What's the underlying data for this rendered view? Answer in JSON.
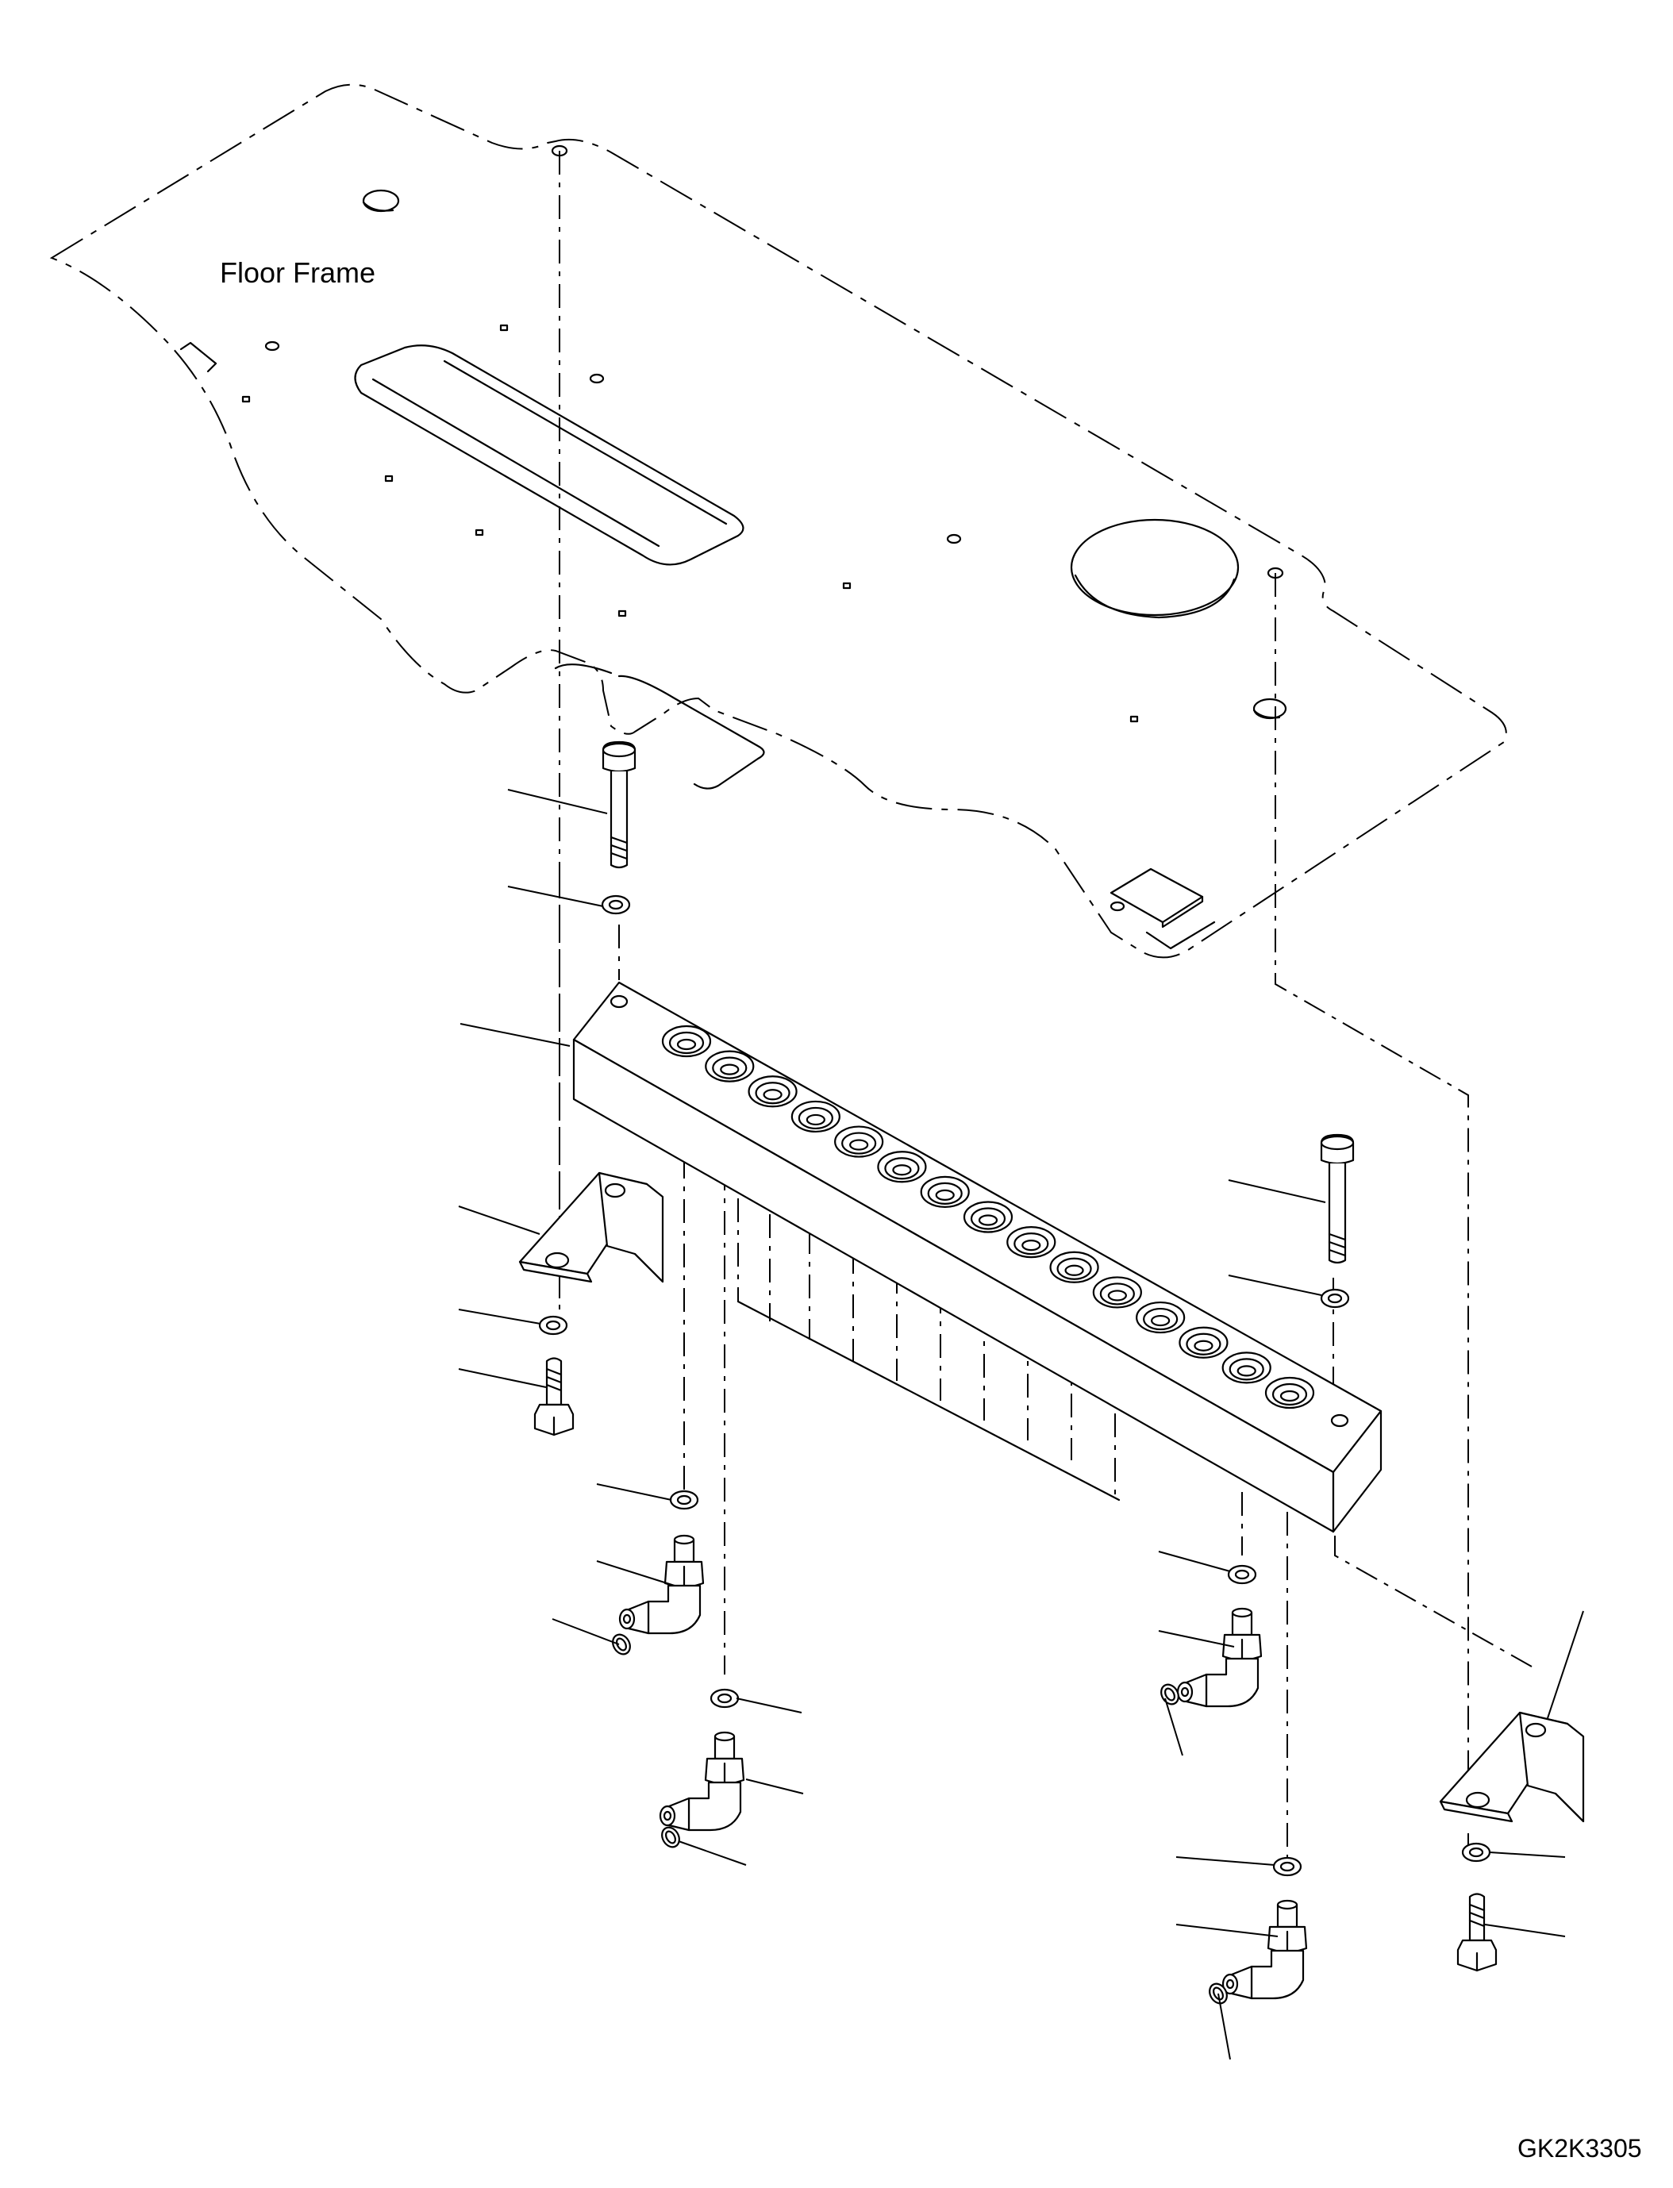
{
  "labels": {
    "floor_frame": "Floor Frame",
    "drawing_code": "GK2K3305"
  },
  "parts": {
    "upper_bolt": "bolt",
    "upper_washer": "washer",
    "manifold_block": "distribution-block",
    "left_bracket": "bracket",
    "right_bracket": "bracket",
    "elbow_fittings": [
      "elbow-fitting-1",
      "elbow-fitting-2",
      "elbow-fitting-3",
      "elbow-fitting-4"
    ],
    "ports_count": 15
  }
}
